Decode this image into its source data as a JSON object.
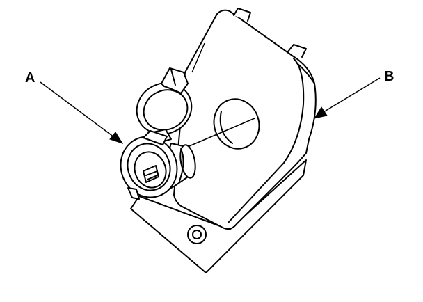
{
  "diagram": {
    "callouts": [
      {
        "id": "A",
        "label": "A"
      },
      {
        "id": "B",
        "label": "B"
      }
    ],
    "colors": {
      "line": "#000000",
      "fill": "#ffffff"
    }
  }
}
